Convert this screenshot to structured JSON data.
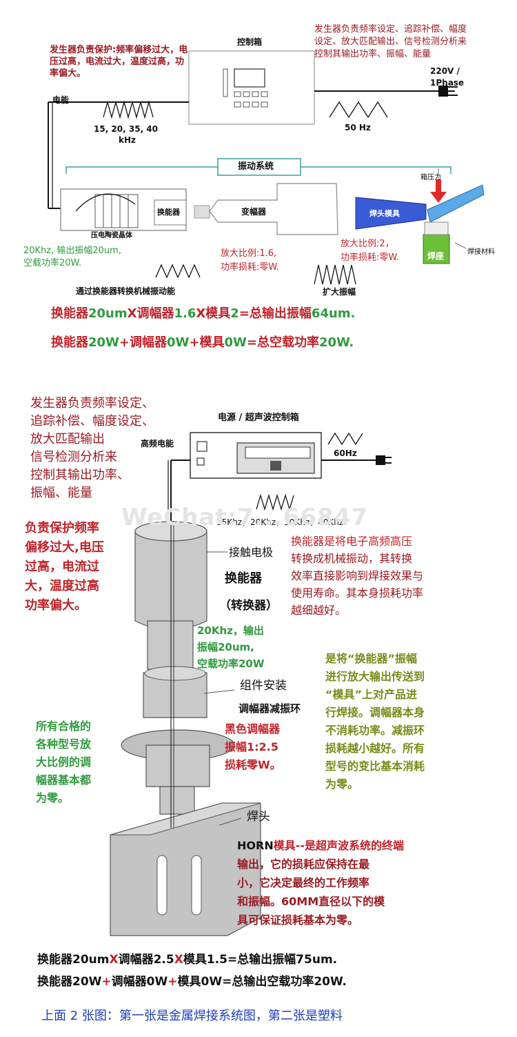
{
  "top": {
    "control_box_label": "控制箱",
    "protect_text": "发生器负责保护:频率偏移过大，电压过高，电流过大，温度过高，功率偏大。",
    "generator_text": "发生器负责频率设定、追踪补偿、幅度设定、放大匹配输出、信号检测分析来控制其输出功率、振幅、能量",
    "power_label_1": "220V /",
    "power_label_2": "1Phase",
    "electric_label": "电能",
    "freq_label_1": "15, 20, 35, 40",
    "freq_label_2": "kHz",
    "hz_label": "50 Hz",
    "vibration_system": "振动系统",
    "transducer": "换能器",
    "piezo": "压电陶瓷晶体",
    "booster": "变幅器",
    "horn": "焊头模具",
    "pressure": "箱压力",
    "weld_material": "焊接材料",
    "weld_seat": "焊座",
    "transducer_spec_1": "20Khz, 输出振幅20um,",
    "transducer_spec_2": "空载功率20W.",
    "booster_spec_1": "放大比例:1.6,",
    "booster_spec_2": "功率损耗:零W.",
    "horn_spec_1": "放大比例:2，",
    "horn_spec_2": "功率损耗:零W.",
    "convert_caption": "通过换能器转换机械振动能",
    "amplify_caption": "扩大振幅",
    "eq1": {
      "a": "换能器",
      "b": "20um",
      "x1": "X",
      "c": "调幅器",
      "d": "1.6",
      "x2": "X",
      "e": "模具",
      "f": "2",
      "g": "=总输出振幅",
      "h": "64um."
    },
    "eq2": {
      "a": "换能器",
      "b": "20W",
      "p1": "+",
      "c": "调幅器",
      "d": "0W",
      "p2": "+",
      "e": "模具",
      "f": "0W",
      "g": "=总空载功率",
      "h": "20W."
    }
  },
  "bottom": {
    "generator_lines": [
      "发生器负责频率设定、",
      "追踪补偿、幅度设定、",
      "放大匹配输出",
      "信号检测分析来",
      "控制其输出功率、",
      "振幅、能量"
    ],
    "protect_lines": [
      "负责保护频率",
      "偏移过大,电压",
      "过高，电流过",
      "大，温度过高",
      "功率偏大。"
    ],
    "power_box_label": "电源 / 超声波控制箱",
    "hf_label": "高频电能",
    "hz60": "60Hz",
    "freq_line": "15Khz，20Khz，30Khz，40Khz",
    "watermark": "WeChat:7...66847",
    "contact_electrode": "接触电极",
    "transducer": "换能器",
    "converter": "（转换器）",
    "transducer_desc": [
      "换能器是将电子高频高压",
      "转换成机械振动，其转换",
      "效率直接影响到焊接效果与",
      "使用寿命。其本身损耗功率",
      "越细越好。"
    ],
    "transducer_spec": [
      "20Khz，输出",
      "振幅20um,",
      "空载功率20W"
    ],
    "assembly": "组件安装",
    "damping_ring": "调幅器减振环",
    "black_booster": "黑色调幅器",
    "ratio": "振幅1:2.5",
    "loss": "损耗零W。",
    "booster_desc": [
      "是将“换能器”振幅",
      "进行放大输出传送到",
      "“模具”上对产品进",
      "行焊接。调幅器本身",
      "不消耗功率。减振环",
      "损耗越小越好。所有",
      "型号的变比基本消耗",
      "为零。"
    ],
    "left_green": [
      "所有合格的",
      "各种型号放",
      "大比例的调",
      "幅器基本都",
      "为零。"
    ],
    "weld_head": "焊头",
    "horn_label": "HORN",
    "horn_desc": [
      "模具--是超声波系统的终端",
      "输出，它的损耗应保持在最",
      "小，它决定最终的工作频率",
      "和振幅。60MM直径以下的模",
      "具可保证损耗基本为零。"
    ],
    "eq3": {
      "a": "换能器20um",
      "x1": "X",
      "b": "调幅器2.5",
      "x2": "X",
      "c": "模具1.5=总输出振幅75um."
    },
    "eq4": {
      "a": "换能器20W",
      "p1": "+",
      "b": "调幅器0W",
      "p2": "+",
      "c": "模具0W=总输出空载功率20W."
    },
    "caption": "上面 2 张图：第一张是金属焊接系统图，第二张是塑料"
  }
}
